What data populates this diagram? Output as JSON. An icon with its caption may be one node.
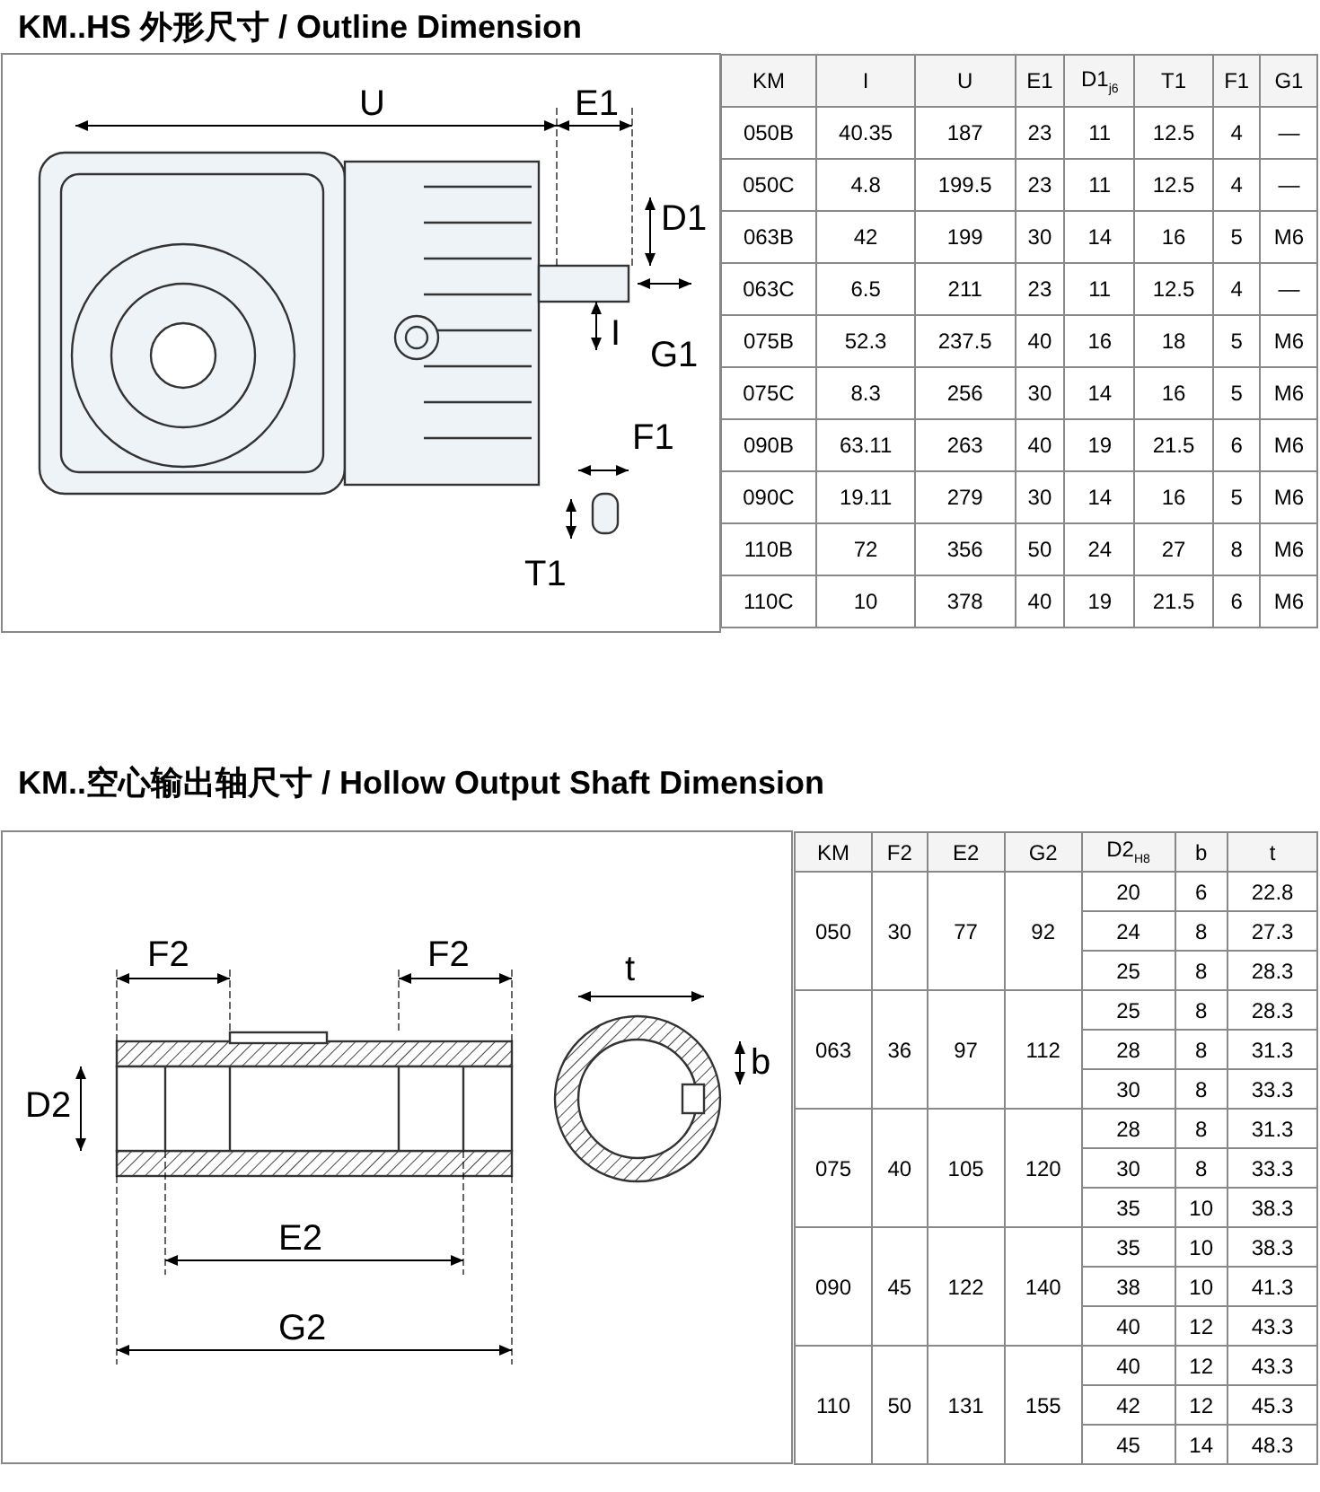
{
  "diagram": {
    "title": "KM..HS 外形尺寸 / Outline Dimension",
    "labels": [
      "KM..空心输出轴尺寸 / Hollow Output Shaft Dimension",
      "U",
      "E1",
      "D1",
      "I",
      "G1",
      "F1",
      "T1",
      "KM",
      "I",
      "U",
      "E1",
      "D1$_{j6}$",
      "T1",
      "F1",
      "G1",
      "050B",
      "40.35",
      "187",
      "23",
      "11",
      "12.5",
      "4",
      "—",
      "050C",
      "4.8",
      "199.5",
      "23",
      "11",
      "12.5",
      "4",
      "—",
      "063B",
      "42",
      "199",
      "30",
      "14",
      "16",
      "5",
      "M6",
      "063C",
      "6.5",
      "211",
      "23",
      "11",
      "12.5",
      "4",
      "—",
      "075B",
      "52.3",
      "237.5",
      "40",
      "16",
      "18",
      "5",
      "M6",
      "075C",
      "8.3",
      "256",
      "30",
      "14",
      "16",
      "5",
      "M6",
      "090B",
      "63.11",
      "263",
      "40",
      "19",
      "21.5",
      "6",
      "M6",
      "090C",
      "19.11",
      "279",
      "30",
      "14",
      "16",
      "5",
      "M6",
      "110B",
      "72",
      "356",
      "50",
      "24",
      "27",
      "8",
      "M6",
      "110C",
      "10",
      "378",
      "40",
      "19",
      "21.5",
      "6",
      "M6",
      "F2",
      "F2",
      "t",
      "b",
      "D2",
      "E2",
      "G2",
      "KM",
      "F2",
      "E2",
      "G2",
      "D2$_{H8}$",
      "b",
      "t",
      "050",
      "30",
      "77",
      "92",
      "20",
      "6",
      "22.8",
      "24",
      "8",
      "27.3",
      "25",
      "8",
      "28.3",
      "063",
      "36",
      "97",
      "112",
      "25",
      "8",
      "28.3",
      "28",
      "8",
      "31.3",
      "30",
      "8",
      "33.3",
      "075",
      "40",
      "105",
      "120",
      "28",
      "8",
      "31.3",
      "30",
      "8",
      "33.3",
      "35",
      "10",
      "38.3",
      "090",
      "45",
      "122",
      "140",
      "35",
      "10",
      "38.3",
      "38",
      "10",
      "41.3",
      "40",
      "12",
      "43.3",
      "110",
      "50",
      "131",
      "155",
      "40",
      "12",
      "43.3",
      "42",
      "12",
      "45.3",
      "45",
      "14",
      "48.3"
    ]
  }
}
